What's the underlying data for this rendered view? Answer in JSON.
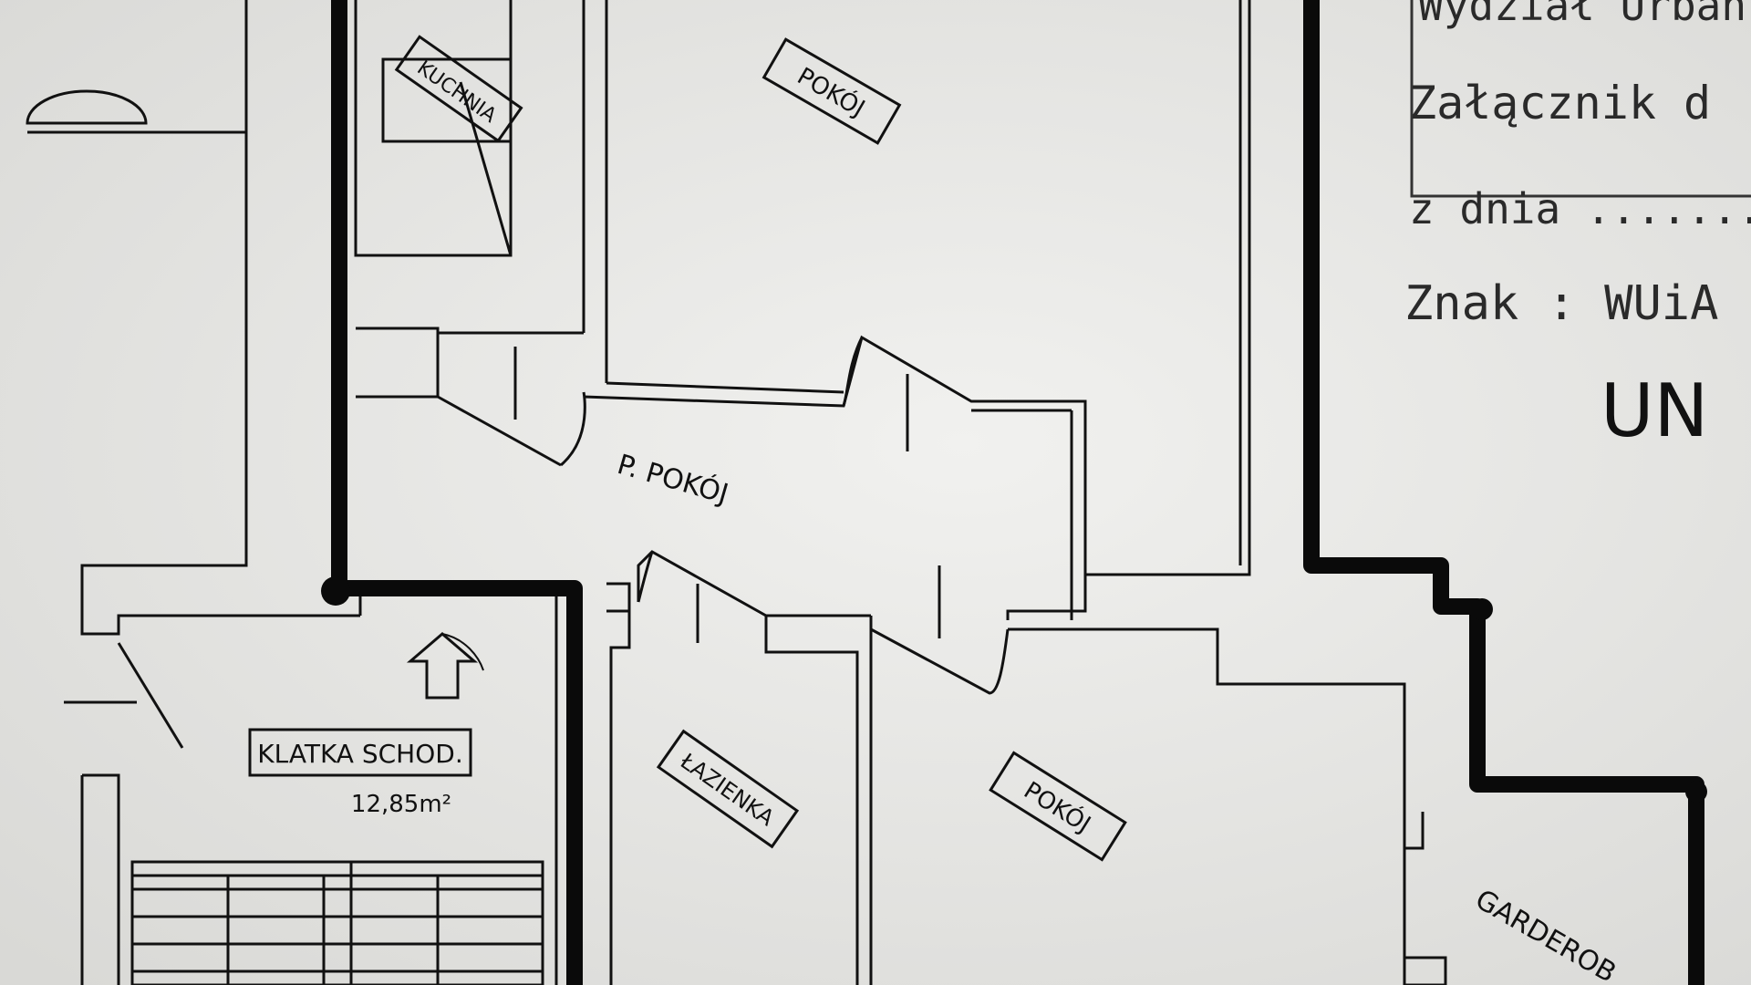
{
  "rooms": {
    "kuchnia": "KUCHNIA",
    "pokoj_top": "POKÓJ",
    "przedpokoj": "P. POKÓJ",
    "lazienka": "ŁAZIENKA",
    "pokoj_bottom": "POKÓJ",
    "garderoba": "GARDEROB",
    "klatka": "KLATKA SCHOD.",
    "klatka_area": "12,85m²"
  },
  "stamp": {
    "line1": "Wydział Urban",
    "line2": "Załącznik d",
    "line3": "z dnia .......",
    "line4": "Znak : WUiA",
    "handwritten": "UN"
  }
}
